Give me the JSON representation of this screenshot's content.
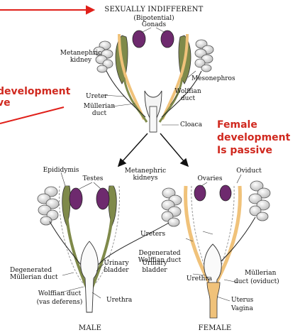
{
  "top": {
    "title": "SEXUALLY INDIFFERENT",
    "bipotential": "(Bipotential)",
    "gonads": "Gonads",
    "metanephric_kidney_1": "Metanephric",
    "metanephric_kidney_2": "kidney",
    "mesonephros": "Mesonephros",
    "ureter": "Ureter",
    "wolffian_duct_1": "Wolffian",
    "wolffian_duct_2": "duct",
    "mullerian_duct_1": "Müllerian",
    "mullerian_duct_2": "duct",
    "cloaca": "Cloaca"
  },
  "overlay": {
    "male_note_1": "development",
    "male_note_2": "ve",
    "female_note_1": "Female",
    "female_note_2": "development",
    "female_note_3": "Is passive"
  },
  "male": {
    "epididymis": "Epididymis",
    "testes": "Testes",
    "degenerated_mullerian_1": "Degenerated",
    "degenerated_mullerian_2": "Müllerian duct",
    "urinary_bladder_1": "Urinary",
    "urinary_bladder_2": "bladder",
    "wolffian_duct_1": "Wolffian duct",
    "wolffian_duct_2": "(vas deferens)",
    "urethra": "Urethra",
    "caption": "MALE"
  },
  "shared": {
    "metanephric_kidneys_1": "Metanephric",
    "metanephric_kidneys_2": "kidneys",
    "ureters": "Ureters",
    "degenerated_wolffian_1": "Degenerated",
    "degenerated_wolffian_2": "Wolffian duct"
  },
  "female": {
    "ovaries": "Ovaries",
    "oviduct": "Oviduct",
    "urinary_bladder_1": "Urinary",
    "urinary_bladder_2": "bladder",
    "urethra": "Urethra",
    "mullerian_duct_1": "Müllerian",
    "mullerian_duct_2": "duct (oviduct)",
    "uterus": "Uterus",
    "vagina": "Vagina",
    "caption": "FEMALE"
  },
  "colors": {
    "background": "#d2e9ef",
    "gonad": "#6e2a6e",
    "wolffian": "#7f8a4a",
    "mullerian": "#f0c27a",
    "arrow_red": "#e0201a",
    "note_red": "#d0291f"
  }
}
